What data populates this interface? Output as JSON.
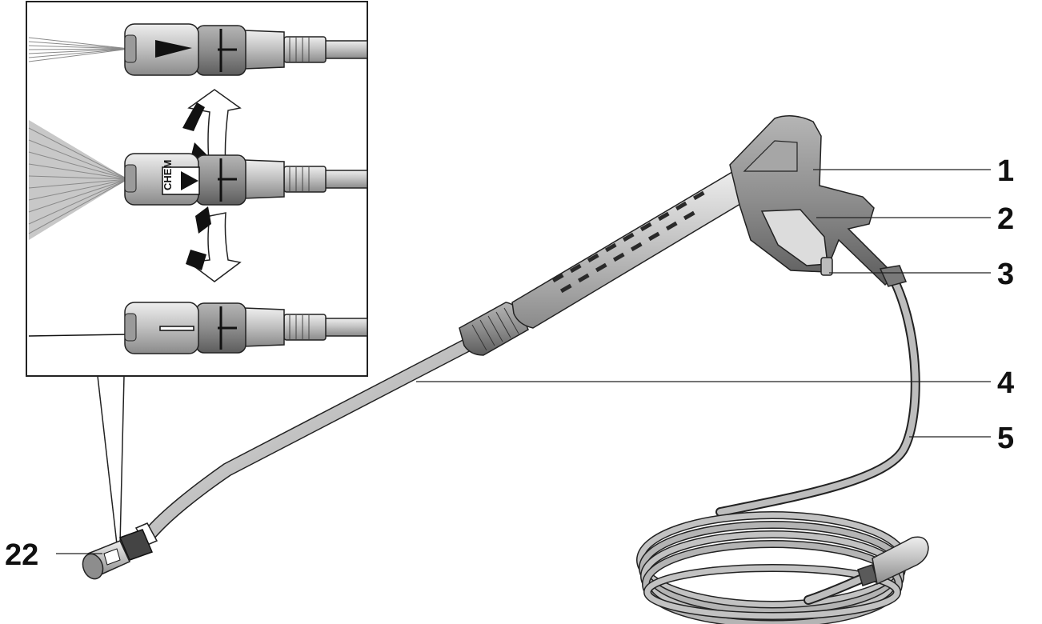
{
  "callouts": [
    {
      "id": "1",
      "label": "1",
      "part": "trigger-gun-handle"
    },
    {
      "id": "2",
      "label": "2",
      "part": "trigger-lever"
    },
    {
      "id": "3",
      "label": "3",
      "part": "trigger-lock"
    },
    {
      "id": "4",
      "label": "4",
      "part": "spray-lance"
    },
    {
      "id": "5",
      "label": "5",
      "part": "high-pressure-hose"
    },
    {
      "id": "22",
      "label": "22",
      "part": "spray-nozzle"
    }
  ],
  "inset": {
    "nozzle_settings": [
      {
        "name": "fan-jet",
        "marking": "triangle"
      },
      {
        "name": "chemical",
        "marking": "CHEM"
      },
      {
        "name": "point-jet",
        "marking": "line"
      }
    ],
    "chem_label": "CHEM"
  },
  "colors": {
    "metal_light": "#d4d4d4",
    "metal_mid": "#a8a8a8",
    "metal_dark": "#6e6e6e",
    "outline": "#1a1a1a"
  }
}
